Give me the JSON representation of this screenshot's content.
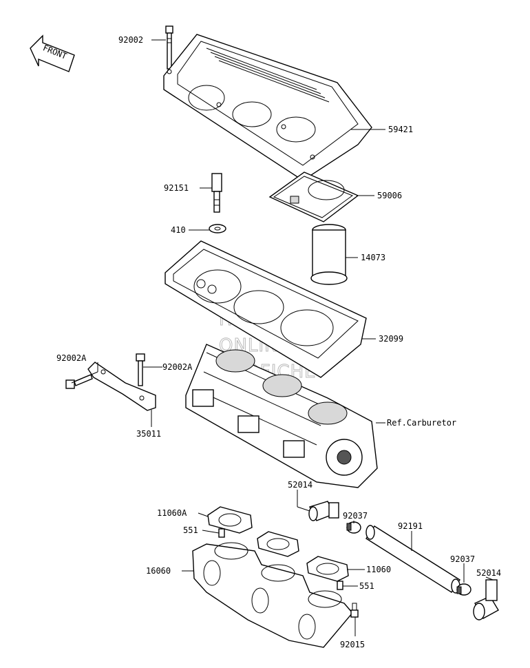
{
  "front_label": "FRONT",
  "watermark": [
    "HLSM'S",
    "ONLINE",
    "MICROFICHE"
  ],
  "callouts": {
    "p92002": "92002",
    "p59421": "59421",
    "p92151": "92151",
    "p59006": "59006",
    "p410": "410",
    "p14073": "14073",
    "p32099": "32099",
    "p92002A_left": "92002A",
    "p92002A_right": "92002A",
    "p35011": "35011",
    "ref_carb": "Ref.Carburetor",
    "p52014_top": "52014",
    "p92037_top": "92037",
    "p11060A": "11060A",
    "p551_left": "551",
    "p92191": "92191",
    "p92037_right": "92037",
    "p52014_right": "52014",
    "p16060": "16060",
    "p11060": "11060",
    "p551_right": "551",
    "p92015": "92015"
  }
}
